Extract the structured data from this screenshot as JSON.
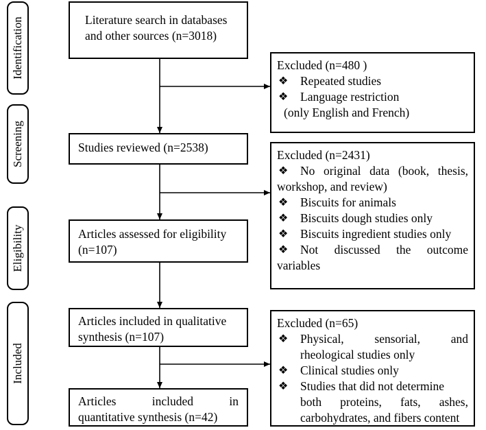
{
  "stages": {
    "identification": "Identification",
    "screening": "Screening",
    "eligibility": "Eligibility",
    "included": "Included"
  },
  "flow": {
    "search": {
      "line1": "Literature search in databases",
      "line2": "and other sources (n=3018)"
    },
    "reviewed": "Studies reviewed (n=2538)",
    "assessed": {
      "line1": "Articles assessed for eligibility",
      "line2": "(n=107)"
    },
    "qualitative": {
      "line1": "Articles included in qualitative",
      "line2": "synthesis (n=107)"
    },
    "quantitative": {
      "w1": "Articles",
      "w2": "included",
      "w3": "in",
      "line2": "quantitative synthesis (n=42)"
    }
  },
  "exclusions": {
    "first": {
      "title": "Excluded (n=480 )",
      "items": [
        "Repeated studies",
        "Language restriction"
      ],
      "note": "(only English and French)"
    },
    "second": {
      "title": "Excluded (n=2431)",
      "items": [
        {
          "line1": "No original data (book, thesis,",
          "line2": "workshop, and review)"
        },
        {
          "line1": "Biscuits for animals"
        },
        {
          "line1": "Biscuits dough studies only"
        },
        {
          "line1": "Biscuits ingredient studies only"
        },
        {
          "line1": "Not discussed the outcome",
          "line2": "variables"
        }
      ]
    },
    "third": {
      "title": "Excluded (n=65)",
      "items": [
        {
          "line1": "Physical, sensorial, and",
          "line2": "rheological studies only"
        },
        {
          "line1": "Clinical studies only"
        },
        {
          "line1": "Studies that did not determine",
          "line2": "both proteins, fats, ashes,",
          "line3": "carbohydrates, and fibers content"
        }
      ]
    }
  },
  "bullet_glyph": "❖"
}
